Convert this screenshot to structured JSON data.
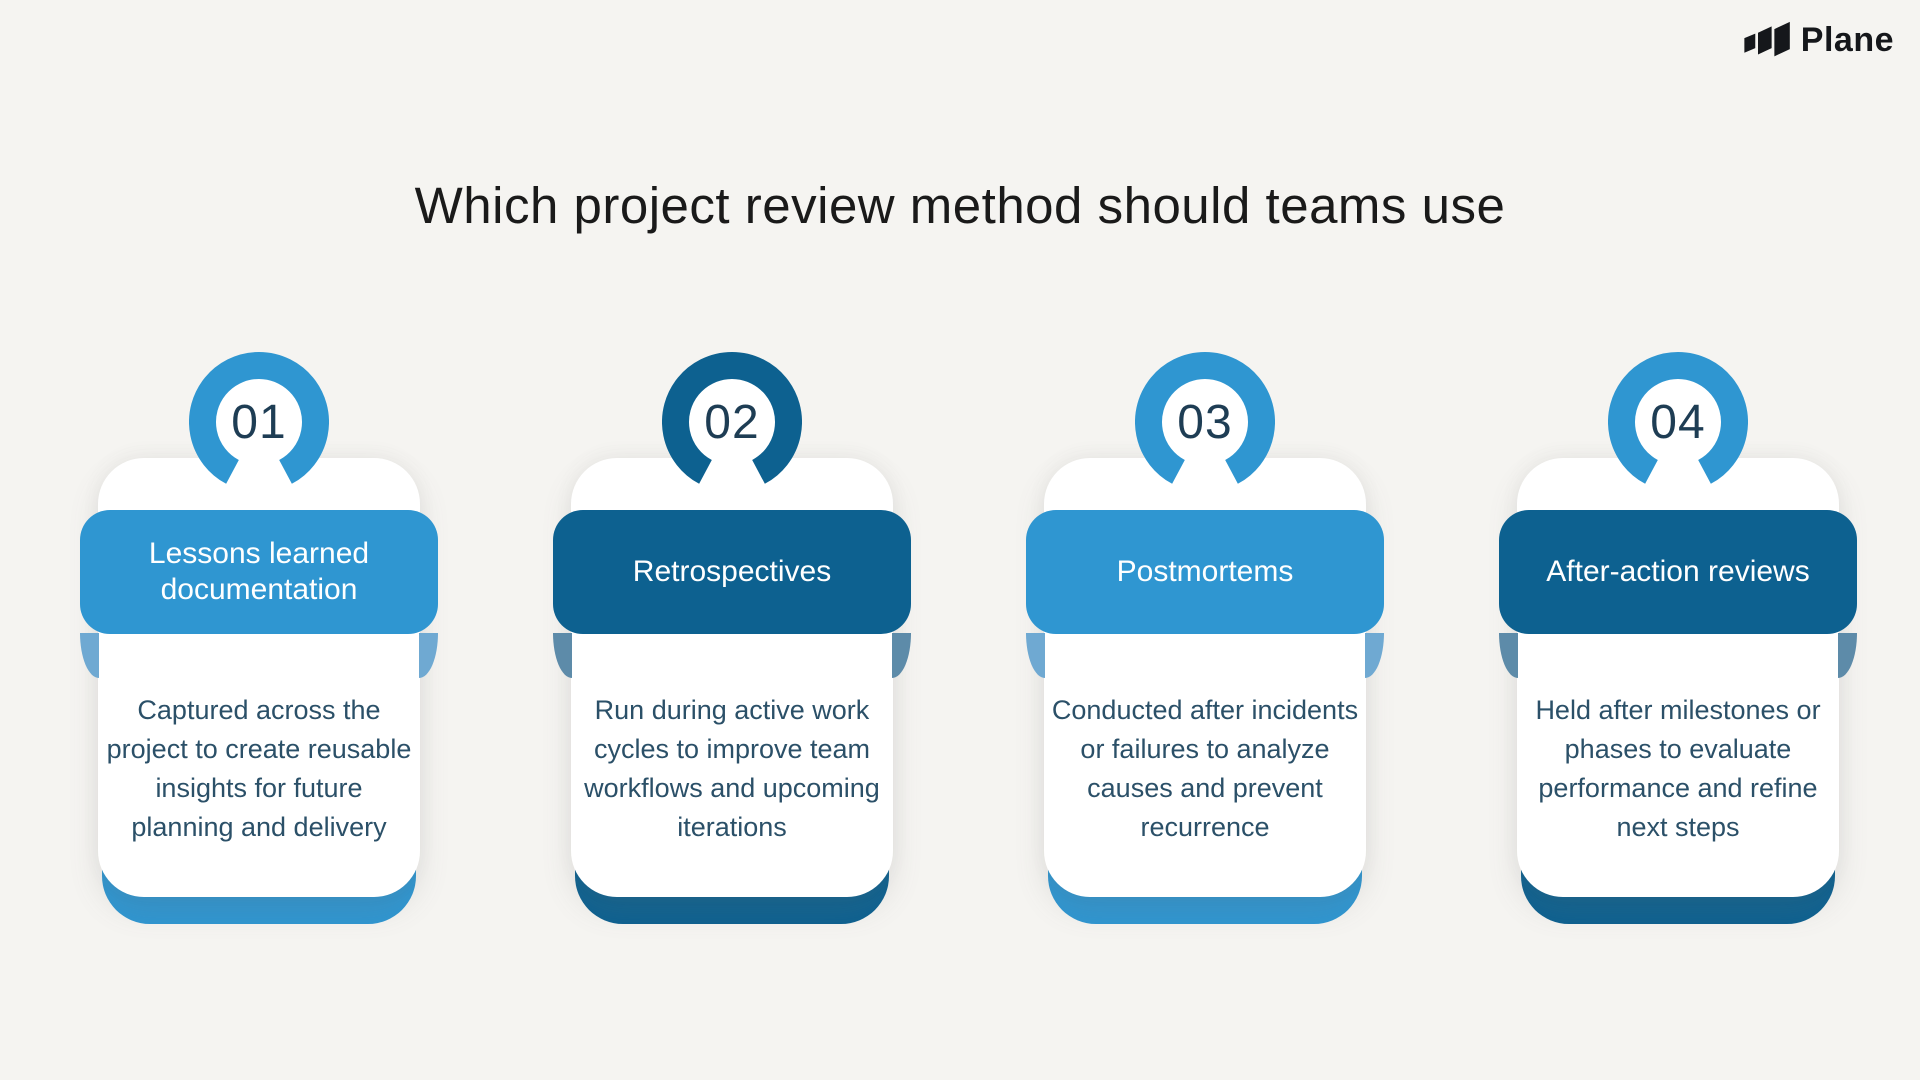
{
  "page": {
    "title": "Which project review method should teams use",
    "background_color": "#f5f4f1",
    "title_color": "#1a1a1a"
  },
  "brand": {
    "name": "Plane",
    "icon": "plane-logo-icon",
    "color": "#15171b"
  },
  "colors": {
    "light_blue": "#2f96d1",
    "dark_blue": "#0d6190",
    "fold_light_blue": "#6fa9d2",
    "fold_dark_blue": "#5d8ba9",
    "number_text": "#1e3d54",
    "body_text": "#2b5068",
    "card_white": "#ffffff"
  },
  "cards": [
    {
      "number": "01",
      "title": "Lessons learned documentation",
      "description": "Captured across the project to create reusable insights for future planning and delivery",
      "theme": "light",
      "ring_color": "#2f96d1"
    },
    {
      "number": "02",
      "title": "Retrospectives",
      "description": "Run during active work cycles to improve team workflows and upcoming iterations",
      "theme": "dark",
      "ring_color": "#0d6190"
    },
    {
      "number": "03",
      "title": "Postmortems",
      "description": "Conducted after incidents or failures to analyze causes and prevent recurrence",
      "theme": "light",
      "ring_color": "#2f96d1"
    },
    {
      "number": "04",
      "title": "After-action reviews",
      "description": "Held after milestones or phases to evaluate performance and refine next steps",
      "theme": "dark",
      "ring_color": "#2f96d1"
    }
  ]
}
